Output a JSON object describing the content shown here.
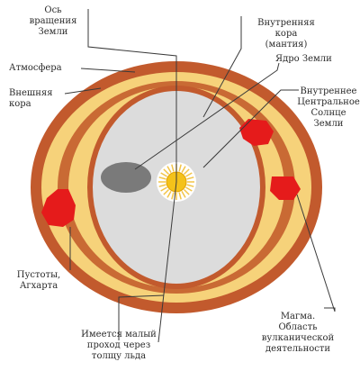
{
  "labels": {
    "axis": "Ось\nвращения\nЗемли",
    "inner_crust": "Внутренняя\nкора\n(мантия)",
    "core": "Ядро Земли",
    "atmosphere": "Атмосфера",
    "outer_crust": "Внешняя\nкора",
    "inner_sun": "Внутреннее\nЦентральное\nСолнце\nЗемли",
    "voids": "Пустоты,\nАгхарта",
    "passage": "Имеется малый\nпроход через\nтолщу льда",
    "magma": "Магма.\nОбласть\nвулканической\nдеятельности"
  },
  "colors": {
    "outer_crust": "#c25a2d",
    "yellow_layer": "#f6d27a",
    "interior": "#dcdcdc",
    "core": "#7a7a7a",
    "sun": "#f4c21a",
    "magma": "#e51b1b",
    "line": "#3a3a3a"
  }
}
